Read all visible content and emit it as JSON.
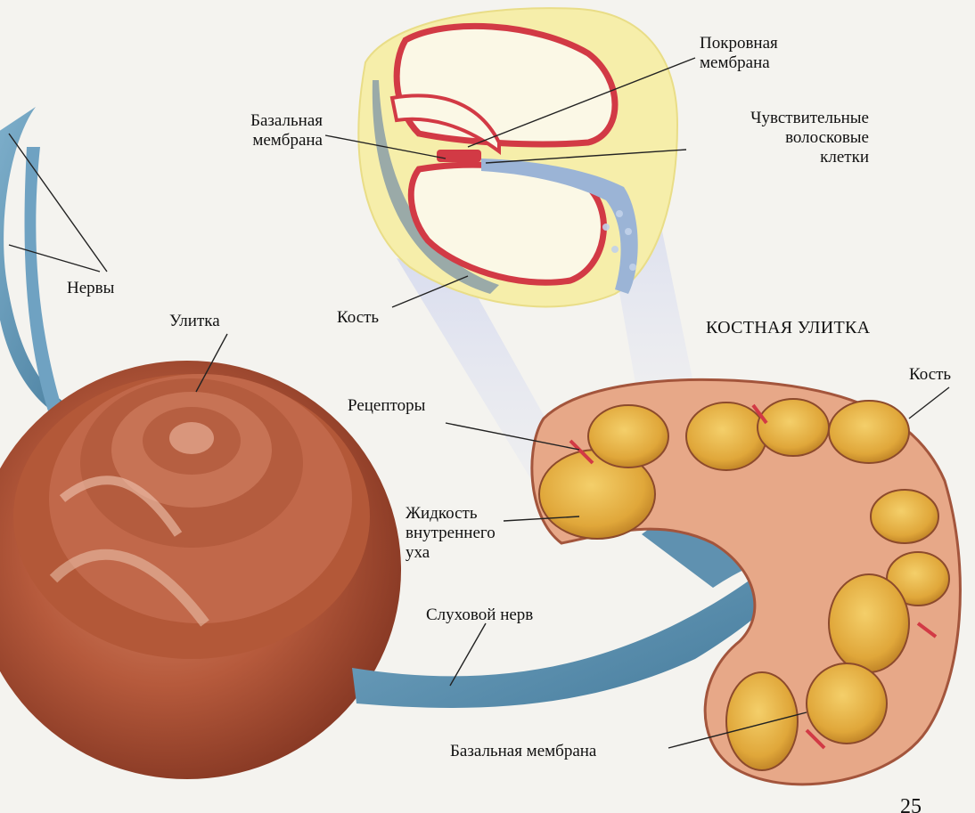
{
  "labels": {
    "tectorial_membrane": "Покровная\nмембрана",
    "hair_cells": "Чувствительные\nволосковые\nклетки",
    "basilar_membrane_top": "Базальная\nмембрана",
    "nerves": "Нервы",
    "bone_top": "Кость",
    "cochlea": "Улитка",
    "bony_cochlea_title": "КОСТНАЯ УЛИТКА",
    "bone_right": "Кость",
    "receptors": "Рецепторы",
    "inner_ear_fluid": "Жидкость\nвнутреннего\nуха",
    "auditory_nerve": "Слуховой нерв",
    "basilar_membrane_bottom": "Базальная мембрана",
    "page_number": "25"
  },
  "colors": {
    "background": "#f4f3ef",
    "shell": "#b65a3c",
    "nerve": "#5f93b4",
    "fluid": "#e6b23e",
    "bone": "#e7a888",
    "membrane": "#d23a45",
    "callout_bg": "#f6eeaa"
  }
}
